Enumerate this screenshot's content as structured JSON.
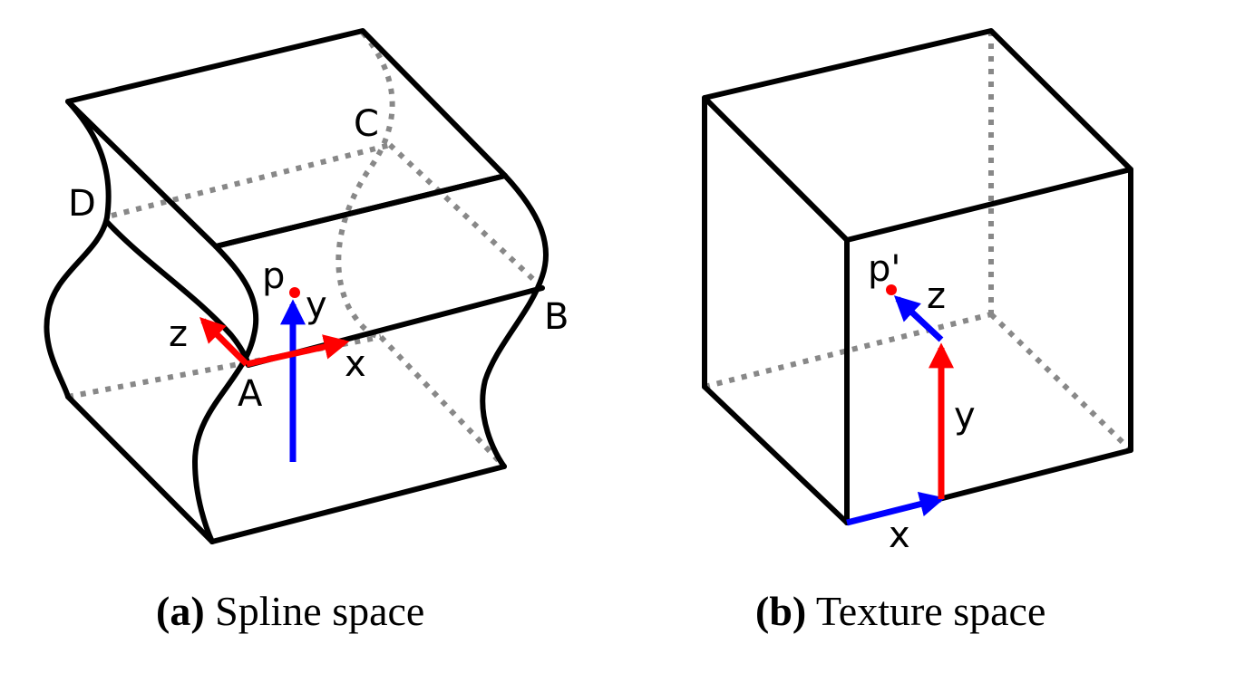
{
  "panel_a": {
    "caption_tag": "(a)",
    "caption_text": "Spline space",
    "labels": {
      "A": "A",
      "B": "B",
      "C": "C",
      "D": "D",
      "p": "p",
      "x": "x",
      "y": "y",
      "z": "z"
    }
  },
  "panel_b": {
    "caption_tag": "(b)",
    "caption_text": "Texture space",
    "labels": {
      "p": "p'",
      "x": "x",
      "y": "y",
      "z": "z"
    }
  },
  "colors": {
    "edge": "#000000",
    "hidden_edge": "#888888",
    "red_axis": "#ff0000",
    "blue_axis": "#0000ff",
    "point": "#ff0000"
  }
}
